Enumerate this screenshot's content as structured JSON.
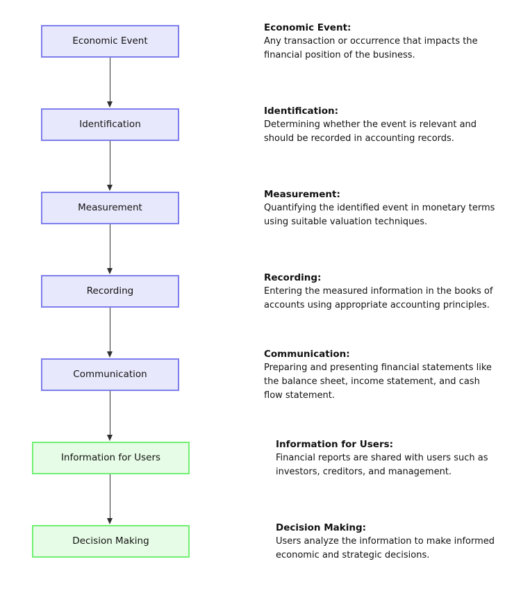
{
  "colors": {
    "process_fill": "#e8e8fc",
    "process_border": "#7d7dec",
    "terminal_fill": "#e6fce6",
    "terminal_border": "#70f070",
    "arrow_color": "#2e2e2e",
    "text_color": "#111111"
  },
  "diagram": {
    "steps": [
      {
        "label": "Economic Event",
        "heading": "Economic Event:",
        "lines": [
          "Any transaction or occurrence that impacts the",
          "financial position of the business."
        ]
      },
      {
        "label": "Identification",
        "heading": "Identification:",
        "lines": [
          "Determining whether the event is relevant and",
          "should be recorded in accounting records."
        ]
      },
      {
        "label": "Measurement",
        "heading": "Measurement:",
        "lines": [
          "Quantifying the identified event in monetary terms",
          "using suitable valuation techniques."
        ]
      },
      {
        "label": "Recording",
        "heading": "Recording:",
        "lines": [
          "Entering the measured information in the books of",
          "accounts using appropriate accounting principles."
        ]
      },
      {
        "label": "Communication",
        "heading": "Communication:",
        "lines": [
          "Preparing and presenting financial statements like",
          "the balance sheet, income statement, and cash",
          "flow statement."
        ]
      },
      {
        "label": "Information for Users",
        "heading": "Information for Users:",
        "lines": [
          "Financial reports are shared with users such as",
          "investors, creditors, and management."
        ]
      },
      {
        "label": "Decision Making",
        "heading": "Decision Making:",
        "lines": [
          "Users analyze the information to make informed",
          "economic and strategic decisions."
        ]
      }
    ]
  }
}
